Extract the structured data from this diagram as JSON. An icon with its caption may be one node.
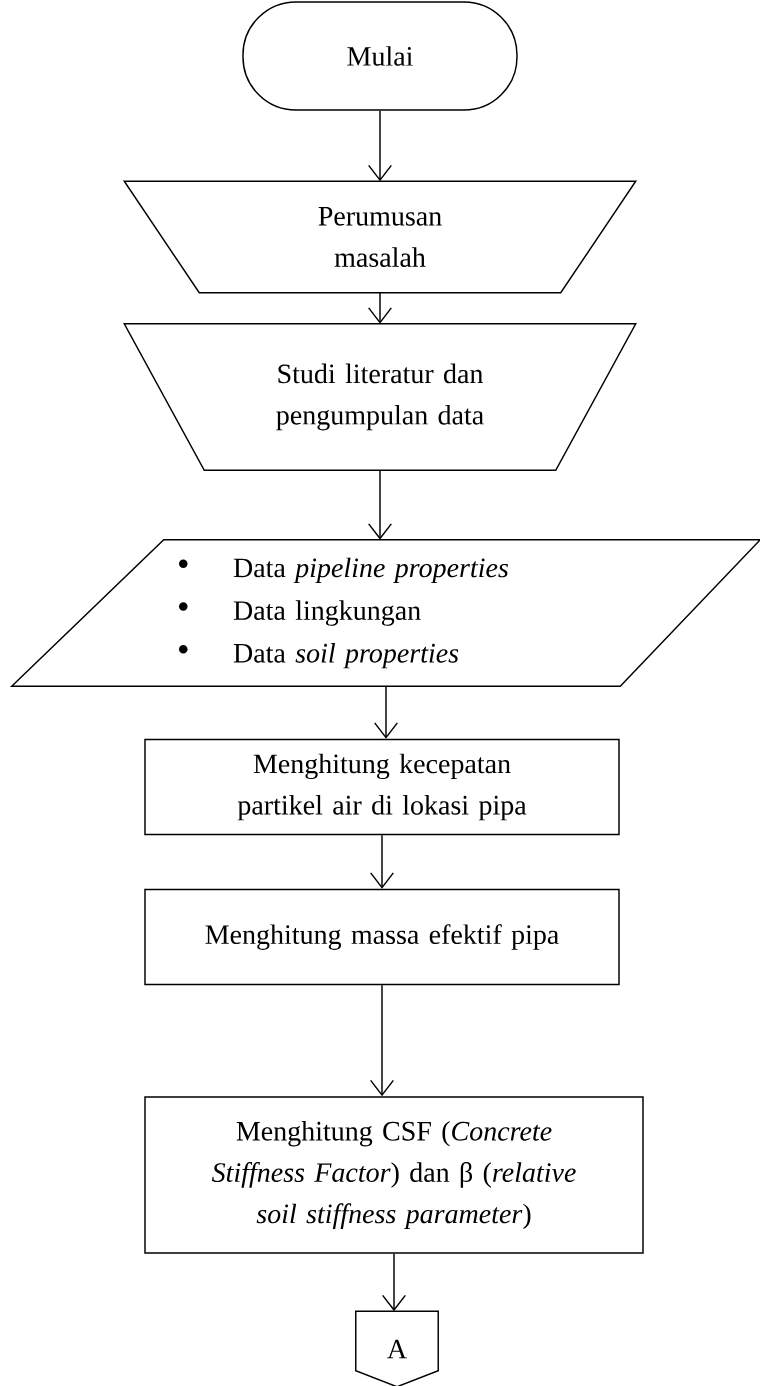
{
  "diagram": {
    "nodes": [
      {
        "text": [
          "Mulai"
        ]
      },
      {
        "text": [
          "Perumusan masalah"
        ]
      },
      {
        "text": [
          "Studi literatur dan pengumpulan data"
        ]
      },
      {
        "text": [
          "Data *pipeline properties*",
          "Data lingkungan",
          "Data *soil properties*"
        ]
      },
      {
        "text": [
          "Menghitung kecepatan partikel air di lokasi pipa"
        ]
      },
      {
        "text": [
          "Menghitung massa efektif pipa"
        ]
      },
      {
        "text": [
          "Menghitung CSF (*Concrete Stiffness Factor*) dan β (*relative soil stiffness parameter*)"
        ]
      },
      {
        "text": [
          "A"
        ]
      }
    ],
    "edges": [
      {
        "from": 0,
        "to": 1,
        "arrow": "to"
      },
      {
        "from": 1,
        "to": 2,
        "arrow": "to"
      },
      {
        "from": 2,
        "to": 3,
        "arrow": "to"
      },
      {
        "from": 3,
        "to": 4,
        "arrow": "to"
      },
      {
        "from": 4,
        "to": 5,
        "arrow": "to"
      },
      {
        "from": 5,
        "to": 6,
        "arrow": "to"
      },
      {
        "from": 6,
        "to": 7,
        "arrow": "to"
      }
    ]
  }
}
